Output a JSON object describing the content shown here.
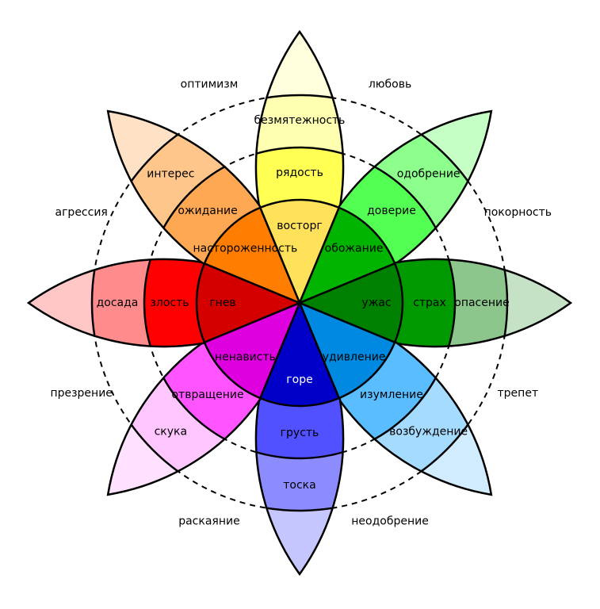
{
  "petals": [
    {
      "inner": "восторг",
      "middle": "рядость",
      "outer": "безмятежность",
      "colors": [
        "#ffe15a",
        "#ffff54",
        "#ffffb1",
        "#ffffdd"
      ],
      "innerText": "#000000"
    },
    {
      "inner": "обожание",
      "middle": "доверие",
      "outer": "одобрение",
      "colors": [
        "#00b400",
        "#54ff54",
        "#8cff8c",
        "#c6ffc6"
      ],
      "innerText": "#000000"
    },
    {
      "inner": "ужас",
      "middle": "страх",
      "outer": "опасение",
      "colors": [
        "#008000",
        "#009900",
        "#8cc68c",
        "#c6e2c6"
      ],
      "innerText": "#000000"
    },
    {
      "inner": "удивление",
      "middle": "изумление",
      "outer": "возбуждение",
      "colors": [
        "#0089e0",
        "#59bdff",
        "#a5dbff",
        "#d2ecff"
      ],
      "innerText": "#000000"
    },
    {
      "inner": "горе",
      "middle": "грусть",
      "outer": "тоска",
      "colors": [
        "#0000c8",
        "#5151ff",
        "#8c8cff",
        "#c6c6ff"
      ],
      "innerText": "#ffffff"
    },
    {
      "inner": "ненависть",
      "middle": "отвращение",
      "outer": "скука",
      "colors": [
        "#de00de",
        "#ff54ff",
        "#ffc6ff",
        "#ffe2ff"
      ],
      "innerText": "#000000"
    },
    {
      "inner": "гнев",
      "middle": "злость",
      "outer": "досада",
      "colors": [
        "#d40000",
        "#ff0000",
        "#ff8c8c",
        "#ffc6c6"
      ],
      "innerText": "#000000"
    },
    {
      "inner": "настороженность",
      "middle": "ожидание",
      "outer": "интерес",
      "colors": [
        "#ff7d00",
        "#ffa854",
        "#ffc68c",
        "#ffe2c6"
      ],
      "innerText": "#000000"
    }
  ],
  "dyads": [
    "любовь",
    "покорность",
    "трепет",
    "неодобрение",
    "раскаяние",
    "презрение",
    "агрессия",
    "оптимизм"
  ]
}
